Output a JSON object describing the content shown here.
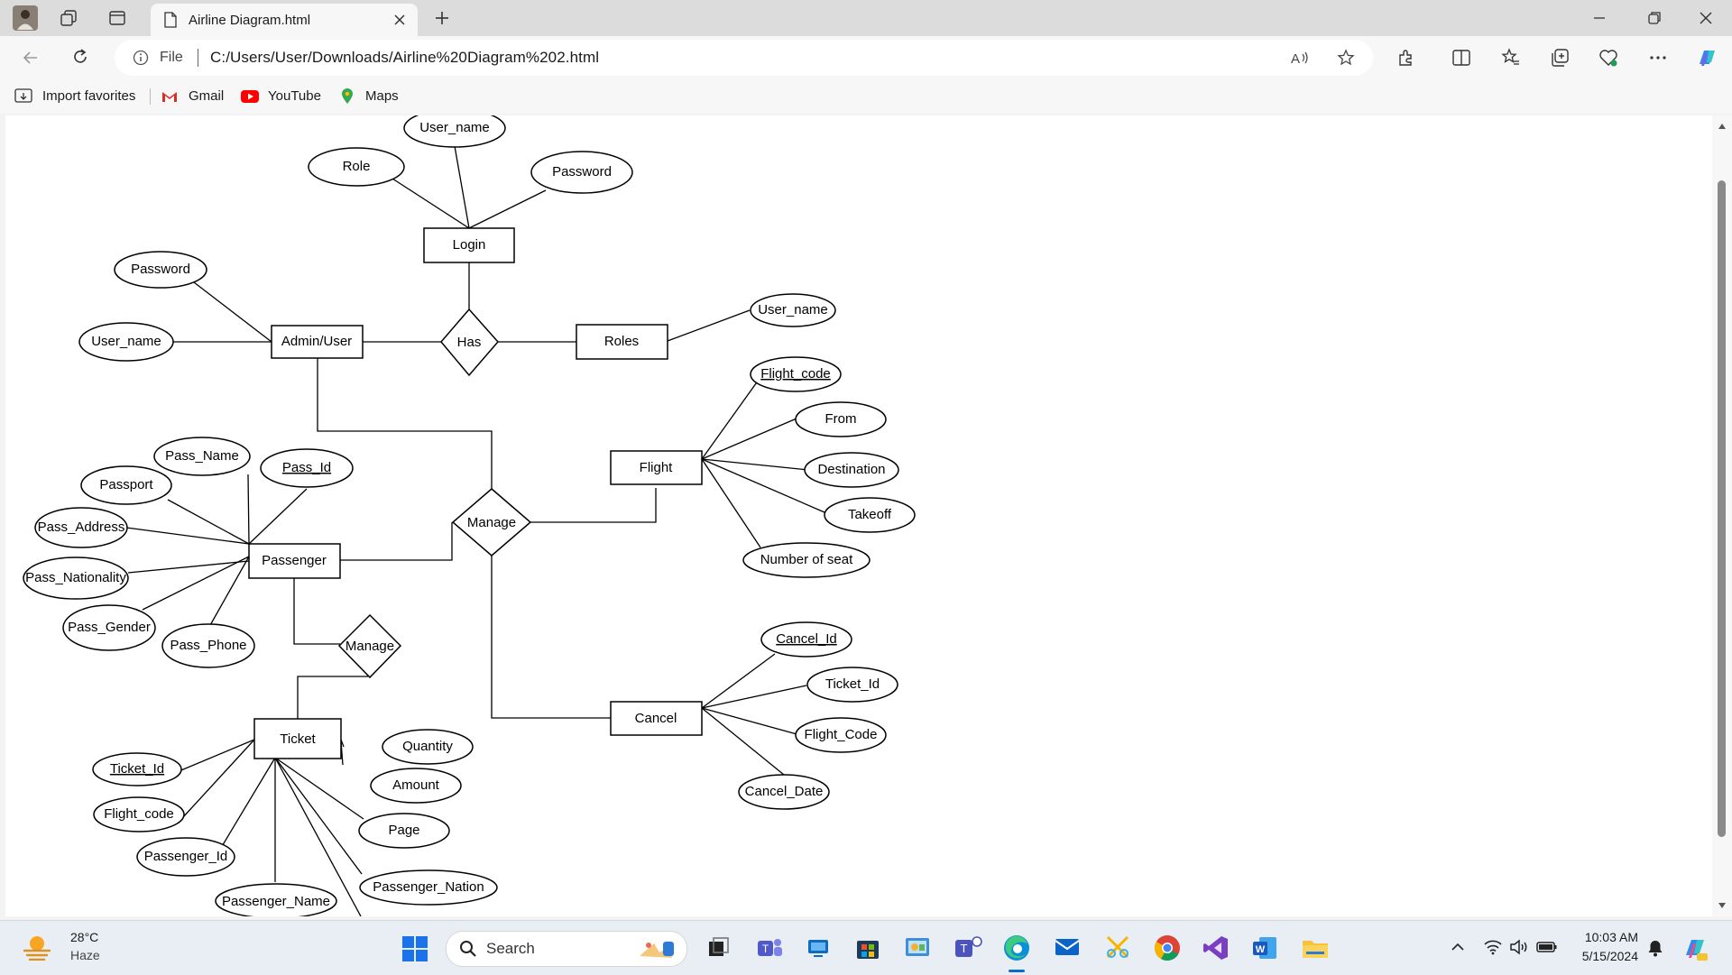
{
  "browser": {
    "tab_title": "Airline Diagram.html",
    "address_prefix": "File",
    "url": "C:/Users/User/Downloads/Airline%20Diagram%202.html",
    "favorites": [
      "Import favorites",
      "Gmail",
      "YouTube",
      "Maps"
    ]
  },
  "diagram": {
    "entities": {
      "login": "Login",
      "admin_user": "Admin/User",
      "roles": "Roles",
      "flight": "Flight",
      "passenger": "Passenger",
      "cancel": "Cancel",
      "ticket": "Ticket"
    },
    "relationships": {
      "has": "Has",
      "manage_main": "Manage",
      "manage_ticket": "Manage"
    },
    "attributes": {
      "login_user_name": "User_name",
      "login_role": "Role",
      "login_password": "Password",
      "admin_password": "Password",
      "admin_user_name": "User_name",
      "roles_user_name": "User_name",
      "flight_code": "Flight_code",
      "flight_from": "From",
      "flight_destination": "Destination",
      "flight_takeoff": "Takeoff",
      "flight_seats": "Number of seat",
      "pass_name": "Pass_Name",
      "pass_id": "Pass_Id",
      "passport": "Passport",
      "pass_address": "Pass_Address",
      "pass_nationality": "Pass_Nationality",
      "pass_gender": "Pass_Gender",
      "pass_phone": "Pass_Phone",
      "cancel_id": "Cancel_Id",
      "cancel_ticket_id": "Ticket_Id",
      "cancel_flight_code": "Flight_Code",
      "cancel_date": "Cancel_Date",
      "ticket_id": "Ticket_Id",
      "ticket_flight_code": "Flight_code",
      "ticket_passenger_id": "Passenger_Id",
      "ticket_passenger_name": "Passenger_Name",
      "ticket_quantity": "Quantity",
      "ticket_amount": "Amount",
      "ticket_page": "Page",
      "ticket_passenger_nation": "Passenger_Nation"
    }
  },
  "taskbar": {
    "weather_temp": "28°C",
    "weather_desc": "Haze",
    "search_label": "Search",
    "time": "10:03 AM",
    "date": "5/15/2024"
  }
}
